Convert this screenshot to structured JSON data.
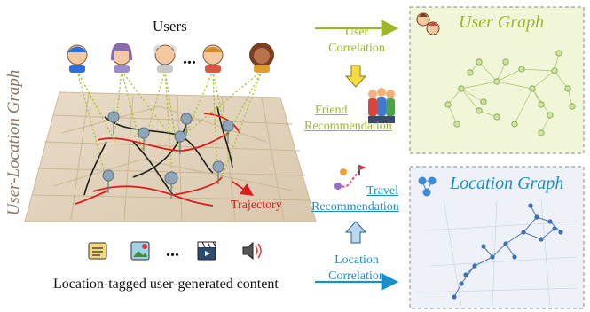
{
  "left": {
    "vertical_title": "User-Location Graph",
    "users_label": "Users",
    "users_ellipsis": "...",
    "trajectory_label": "Trajectory",
    "content_ellipsis": "...",
    "content_caption": "Location-tagged user-generated content"
  },
  "middle": {
    "user_correlation": [
      "User",
      "Correlation"
    ],
    "friend_recommendation": [
      "Friend",
      "Recommendation"
    ],
    "travel_recommendation": [
      "Travel",
      "Recommendation"
    ],
    "location_correlation": [
      "Location",
      "Correlation"
    ]
  },
  "right": {
    "user_graph_title": "User Graph",
    "location_graph_title": "Location Graph"
  },
  "colors": {
    "user_accent": "#9cb62a",
    "location_accent": "#1a8fc6",
    "title_left": "#8a7566",
    "trajectory": "#e01b1b",
    "user_graph_bg": "#f2f6d8",
    "location_graph_bg": "#eef2f8"
  }
}
